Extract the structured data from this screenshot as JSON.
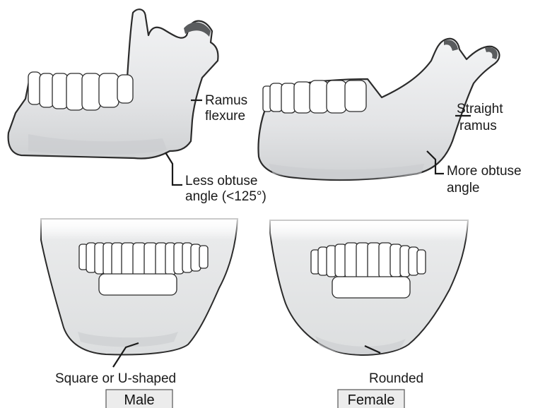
{
  "labels": {
    "ramus_flexure_1": "Ramus",
    "ramus_flexure_2": "flexure",
    "less_obtuse_1": "Less obtuse",
    "less_obtuse_2": "angle (<125°)",
    "straight_ramus_1": "Straight",
    "straight_ramus_2": "ramus",
    "more_obtuse_1": "More obtuse",
    "more_obtuse_2": "angle",
    "square_chin": "Square or U-shaped",
    "rounded_chin": "Rounded",
    "male_tag": "Male",
    "female_tag": "Female"
  },
  "colors": {
    "bone_light": "#eeeff0",
    "bone_dark": "#c4c6c8",
    "outline": "#2b2b2b",
    "tag_fill": "#ececec"
  }
}
